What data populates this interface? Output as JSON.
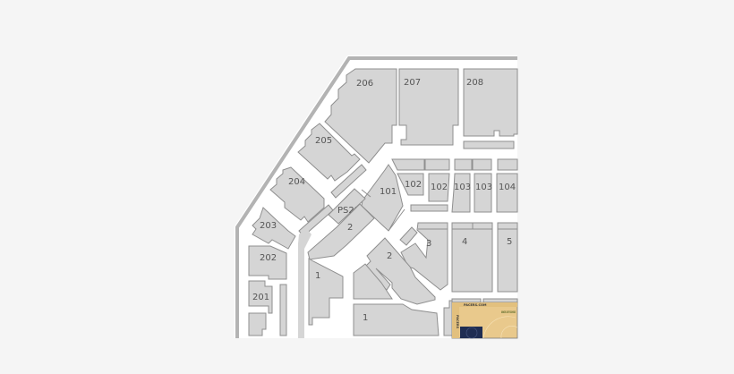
{
  "map": {
    "colors": {
      "page_bg": "#f5f5f5",
      "arena_bg": "#ffffff",
      "outer_wall": "#b3b3b3",
      "section_fill": "#d5d5d5",
      "section_stroke": "#8f8f8f",
      "label": "#555555",
      "court_wood": "#e9c98c",
      "court_paint": "#1f2d52"
    },
    "sections": {
      "s206": "206",
      "s207": "207",
      "s208": "208",
      "s205": "205",
      "s204": "204",
      "s203": "203",
      "s202": "202",
      "s201": "201",
      "s101": "101",
      "s102a": "102",
      "s102b": "102",
      "s103a": "103",
      "s103b": "103",
      "s104": "104",
      "ps29": "PS29",
      "s2a": "2",
      "s2b": "2",
      "s3": "3",
      "s4": "4",
      "s5": "5",
      "s1a": "1",
      "s1b": "1"
    },
    "court": {
      "top_text": "PACERS.COM",
      "side_text": "PACERS",
      "right_text": "BANKERS LIFE FIELDHOUSE"
    }
  }
}
